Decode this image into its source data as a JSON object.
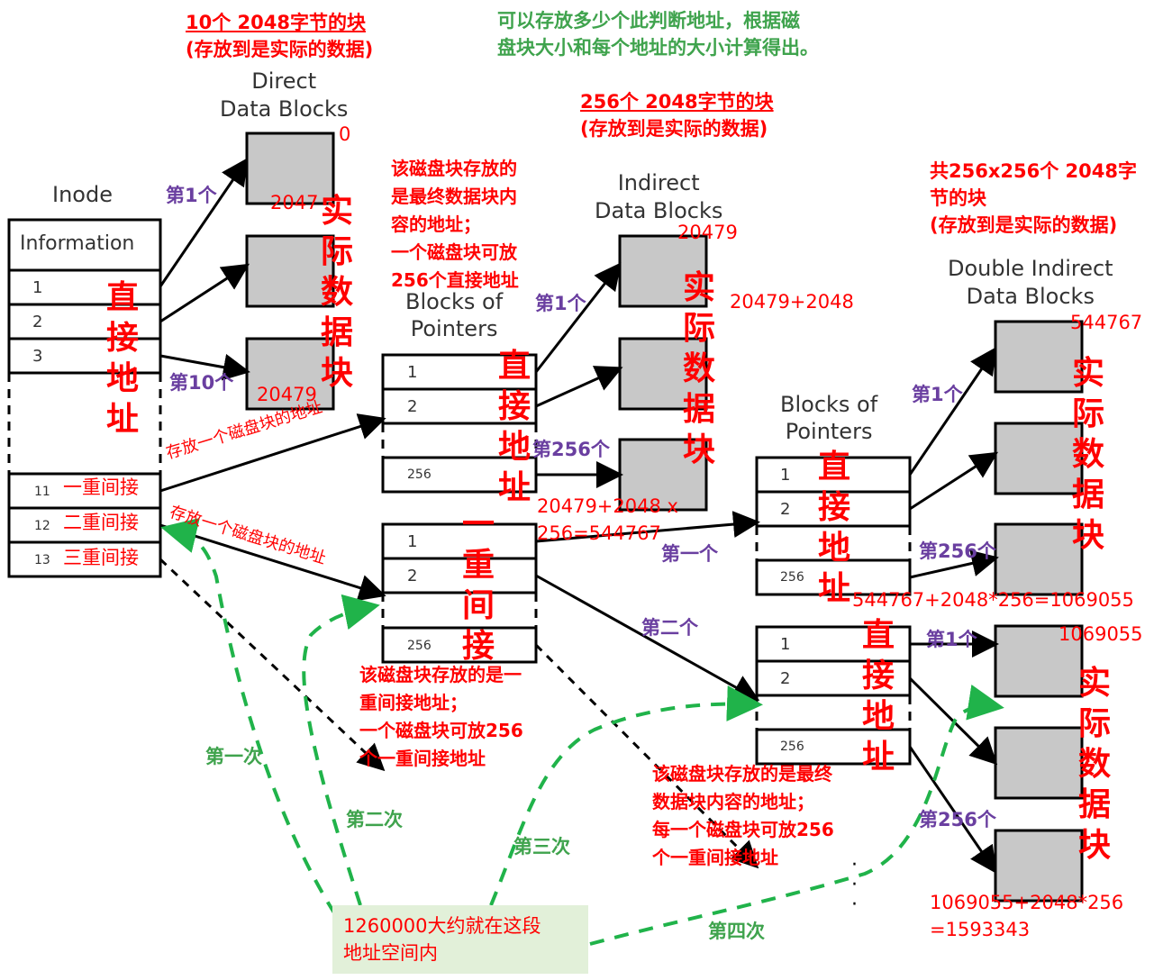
{
  "top_notes": {
    "direct_count": "10个 2048字节的块",
    "direct_note": "(存放到是实际的数据)",
    "green_note_1": "可以存放多少个此判断地址，根据磁",
    "green_note_2": "盘块大小和每个地址的大小计算得出。",
    "indirect_count": "256个 2048字节的块",
    "indirect_note": "(存放到是实际的数据)",
    "double_count_1": "共256x256个 2048字",
    "double_count_2": "节的块",
    "double_note": "(存放到是实际的数据)"
  },
  "headings": {
    "inode": "Inode",
    "direct": "Direct\nData Blocks",
    "indirect": "Indirect\nData Blocks",
    "double": "Double Indirect\nData Blocks",
    "pointers_1": "Blocks of\nPointers",
    "pointers_2": "Blocks of\nPointers"
  },
  "inode": {
    "information": "Information",
    "rows": [
      "1",
      "2",
      "3"
    ],
    "indirect_rows": [
      {
        "num": "11",
        "label": "一重间接"
      },
      {
        "num": "12",
        "label": "二重间接"
      },
      {
        "num": "13",
        "label": "三重间接"
      }
    ],
    "direct_label": "直接地址"
  },
  "pointer_rows": [
    "1",
    "2",
    "256"
  ],
  "vertical_labels": {
    "actual_data": "实际数据块",
    "direct_address": "直接地址",
    "single_indirect": "一重间接"
  },
  "counts": {
    "first": "第1个",
    "tenth": "第10个",
    "n256": "第256个",
    "first_cn": "第一个",
    "second_cn": "第二个"
  },
  "arrow_labels": {
    "store_1": "存放一个磁盘块的地址",
    "store_2": "存放一个磁盘块的地址"
  },
  "annotations": {
    "pointers_1": "该磁盘块存放的\n是最终数据块内\n容的地址；\n一个磁盘块可放\n256个直接地址",
    "double_block": "该磁盘块存放的是一\n重间接地址；\n一个磁盘块可放256\n个一重间接地址",
    "pointers_2": "该磁盘块存放的是最终\n数据块内容的地址；\n每一个磁盘块可放256\n个一重间接地址"
  },
  "addresses": {
    "a0": "0",
    "a2047": "2047",
    "a20479": "20479",
    "ind_start": "20479",
    "ind_next": "20479+2048",
    "ind_end_1": "20479+2048 x",
    "ind_end_2": "256=544767",
    "dbl_start": "544767",
    "dbl_mid_end": "544767+2048*256=1069055",
    "dbl_second": "1069055",
    "dbl_end_1": "1069055+2048*256",
    "dbl_end_2": "=1593343"
  },
  "search": {
    "note": "1260000大约就在这段\n地址空间内",
    "first": "第一次",
    "second": "第二次",
    "third": "第三次",
    "fourth": "第四次"
  },
  "dots": "·\n·\n·",
  "colors": {
    "red": "#ff0000",
    "purple": "#6a3fa0",
    "green": "#3fa34d",
    "dashed_green": "#20b34a",
    "block_fill": "#c8c8c8",
    "note_bg": "#e2f0d9"
  }
}
